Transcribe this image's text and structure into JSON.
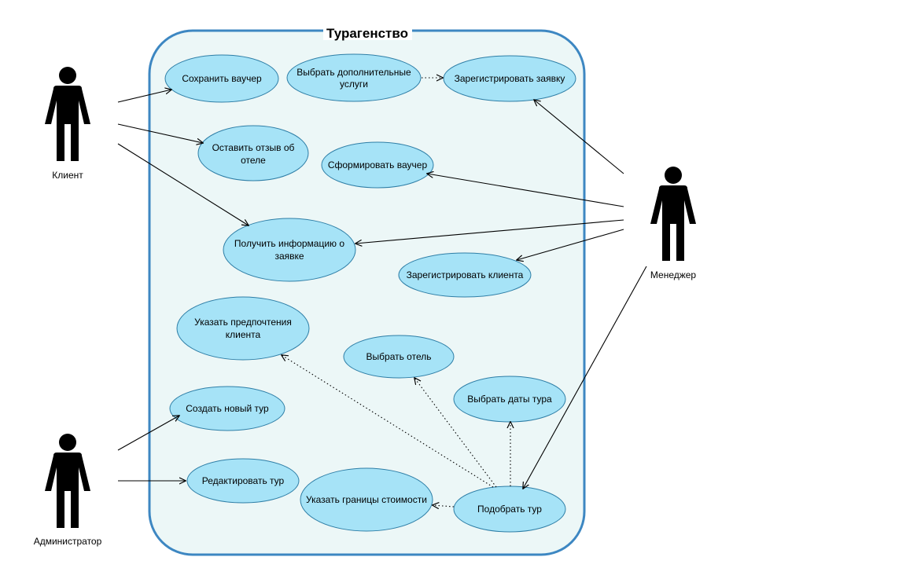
{
  "system": {
    "title": "Турагенство"
  },
  "actors": {
    "client": "Клиент",
    "manager": "Менеджер",
    "admin": "Администратор"
  },
  "use_cases": {
    "save_voucher": [
      "Сохранить ваучер"
    ],
    "choose_extra": [
      "Выбрать дополнительные",
      "услуги"
    ],
    "register_request": [
      "Зарегистрировать заявку"
    ],
    "hotel_review": [
      "Оставить отзыв об",
      "отеле"
    ],
    "form_voucher": [
      "Сформировать ваучер"
    ],
    "get_info": [
      "Получить информацию о",
      "заявке"
    ],
    "register_client": [
      "Зарегистрировать клиента"
    ],
    "client_prefs": [
      "Указать предпочтения",
      "клиента"
    ],
    "choose_hotel": [
      "Выбрать отель"
    ],
    "choose_dates": [
      "Выбрать даты тура"
    ],
    "create_tour": [
      "Создать новый тур"
    ],
    "edit_tour": [
      "Редактировать тур"
    ],
    "price_limits": [
      "Указать границы стоимости"
    ],
    "pick_tour": [
      "Подобрать тур"
    ]
  },
  "colors": {
    "system_fill": "#ecf7f7",
    "system_stroke": "#3d87c2",
    "use_case_fill": "#a6e3f7",
    "use_case_stroke": "#2e7ea6",
    "actor": "#000000"
  }
}
